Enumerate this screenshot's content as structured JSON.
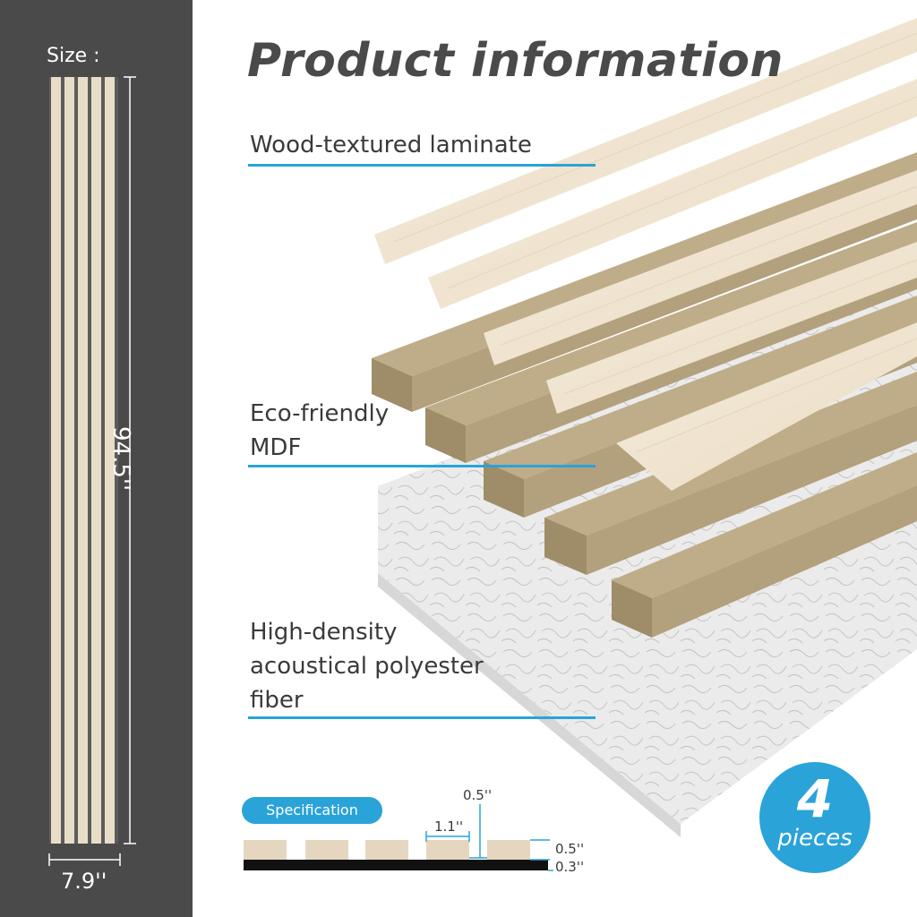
{
  "title": "Product information",
  "size": {
    "label": "Size :",
    "height": "94.5''",
    "width": "7.9''"
  },
  "layers": [
    {
      "lines": [
        "Wood-textured laminate"
      ]
    },
    {
      "lines": [
        "Eco-friendly",
        "MDF"
      ]
    },
    {
      "lines": [
        "High-density",
        "acoustical polyester",
        "fiber"
      ]
    }
  ],
  "specification": {
    "label": "Specification",
    "slat_height": "0.5''",
    "slat_width": "1.1''",
    "gap": "0.5''",
    "base_thickness": "0.3''"
  },
  "pieces": {
    "count": "4",
    "unit": "pieces"
  },
  "colors": {
    "accent": "#2aa3d9",
    "panel_bg": "#4a4a4a",
    "title": "#4a4a4a",
    "wood": "#efe2cc",
    "mdf": "#b5a27e",
    "felt": "#e8e8e8"
  }
}
